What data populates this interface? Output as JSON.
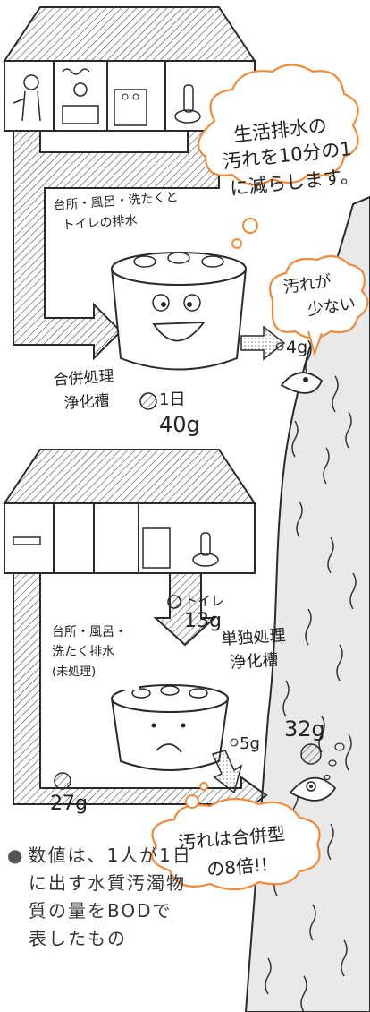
{
  "colors": {
    "cloud_outline": "#f08a3c",
    "river_fill": "#e9e9e9",
    "stroke": "#2a2a2a",
    "hatch": "#555555"
  },
  "bubbles": {
    "top": [
      "生活排水の",
      "汚れを10分の1",
      "に減らします。"
    ],
    "fish_top": [
      "汚れが",
      "少ない"
    ],
    "bottom": [
      "汚れは合併型",
      "の8倍!!"
    ]
  },
  "top_house": {
    "drain_label": [
      "台所・風呂・洗たくと",
      "トイレの排水"
    ],
    "tank_label": [
      "合併処理",
      "浄化槽"
    ],
    "load_label": "1日",
    "load_value": "40g",
    "outflow": "4g"
  },
  "bottom_house": {
    "toilet_label": "トイレ",
    "toilet_value": "13g",
    "tank_label": [
      "単独処理",
      "浄化槽"
    ],
    "drain_label": [
      "台所・風呂・",
      "洗たく排水",
      "(未処理)"
    ],
    "drain_value": "27g",
    "outflow": "5g",
    "river_value": "32g"
  },
  "note": [
    "数値は、1人が1日",
    "に出す水質汚濁物",
    "質の量をBODで",
    "表したもの"
  ]
}
